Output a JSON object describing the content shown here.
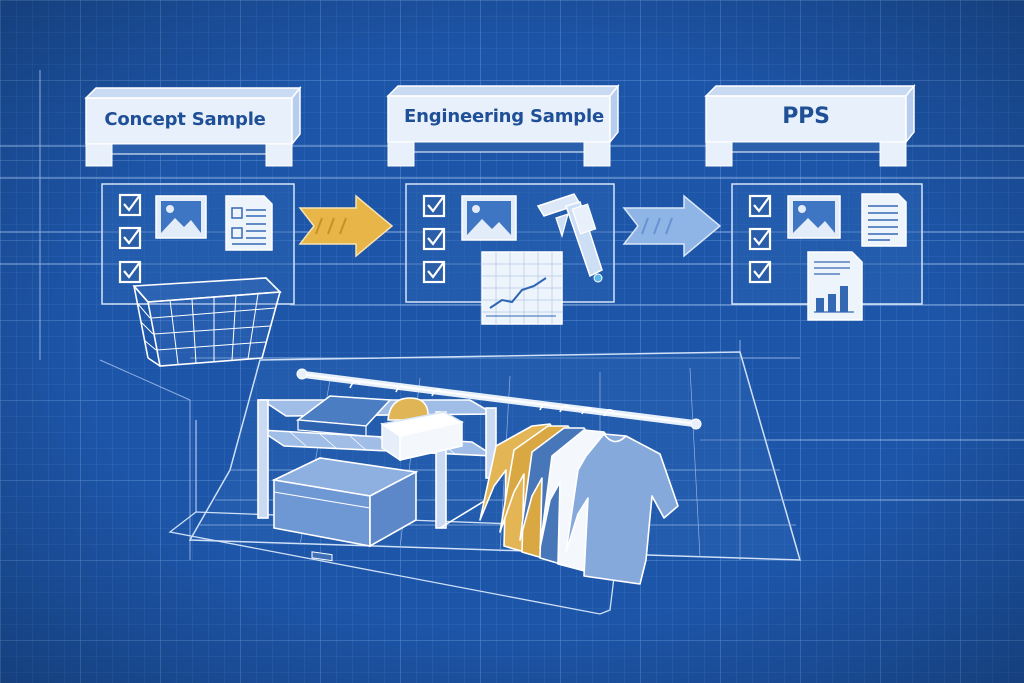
{
  "stages": [
    {
      "label": "Concept Sample"
    },
    {
      "label": "Engineering Sample"
    },
    {
      "label": "PPS"
    }
  ],
  "colors": {
    "background": "#1d55a8",
    "grid": "#5b8fd4",
    "line": "#dbe8fa",
    "banner": "#e8f0fb",
    "banner_text": "#1f4f96",
    "arrow_gold": "#e8b548",
    "arrow_blue": "#8fb4e6",
    "shirt_gold": "#e3b554",
    "shirt_blue": "#4777b9",
    "shirt_white": "#f4f7fc"
  },
  "icons": [
    "checkbox-icon",
    "image-icon",
    "document-icon",
    "basket-icon",
    "caliper-icon",
    "graph-sheet-icon",
    "bar-chart-document-icon",
    "clothing-rack-icon",
    "storage-box-icon",
    "shirt-icon"
  ]
}
